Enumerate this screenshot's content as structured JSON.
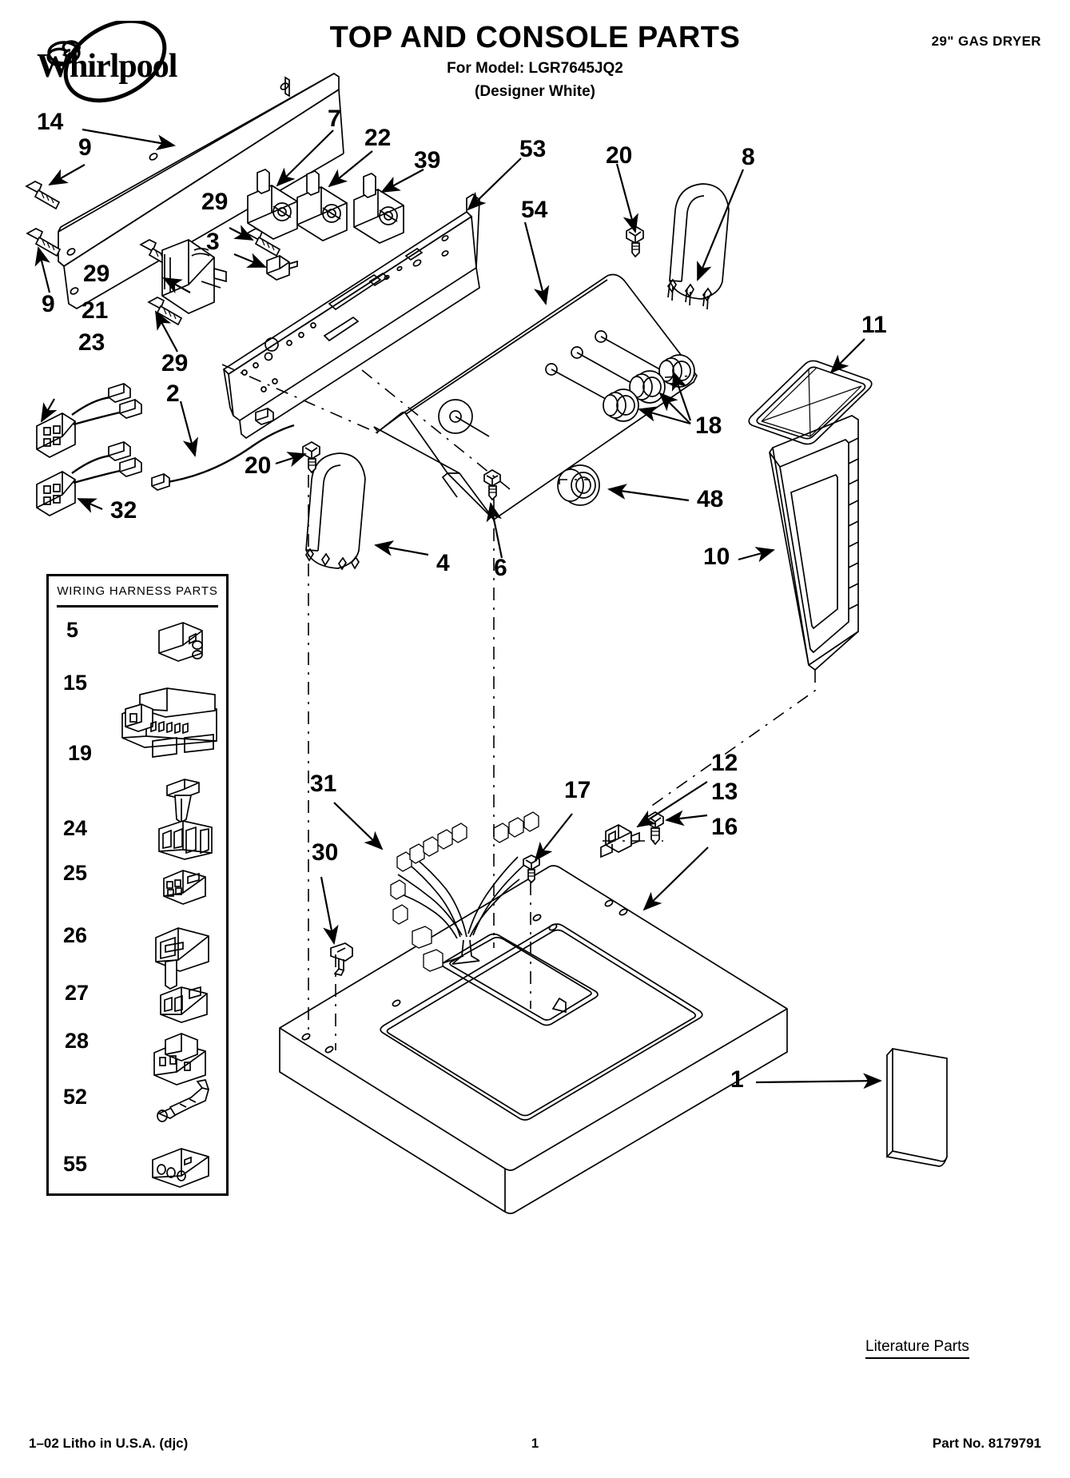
{
  "header": {
    "brand": "Whirlpool",
    "brand_logo_icon": "whirlpool-swirl-icon",
    "title": "TOP AND CONSOLE PARTS",
    "model_line": "For Model: LGR7645JQ2",
    "finish_line": "(Designer White)",
    "product_type": "29\" GAS DRYER"
  },
  "footer": {
    "left": "1–02 Litho in U.S.A. (djc)",
    "page_number": "1",
    "part_number": "Part No. 8179791"
  },
  "harness_panel": {
    "title": "WIRING HARNESS PARTS",
    "items": [
      {
        "number": "5"
      },
      {
        "number": "15"
      },
      {
        "number": "19"
      },
      {
        "number": "24"
      },
      {
        "number": "25"
      },
      {
        "number": "26"
      },
      {
        "number": "27"
      },
      {
        "number": "28"
      },
      {
        "number": "52"
      },
      {
        "number": "55"
      }
    ]
  },
  "literature": {
    "label": "Literature Parts",
    "callout": "1"
  },
  "callouts": [
    {
      "number": "14"
    },
    {
      "number": "9"
    },
    {
      "number": "7"
    },
    {
      "number": "22"
    },
    {
      "number": "39"
    },
    {
      "number": "53"
    },
    {
      "number": "20"
    },
    {
      "number": "8"
    },
    {
      "number": "29"
    },
    {
      "number": "54"
    },
    {
      "number": "3"
    },
    {
      "number": "29"
    },
    {
      "number": "9"
    },
    {
      "number": "21"
    },
    {
      "number": "23"
    },
    {
      "number": "29"
    },
    {
      "number": "2"
    },
    {
      "number": "18"
    },
    {
      "number": "11"
    },
    {
      "number": "32"
    },
    {
      "number": "20"
    },
    {
      "number": "4"
    },
    {
      "number": "6"
    },
    {
      "number": "48"
    },
    {
      "number": "10"
    },
    {
      "number": "31"
    },
    {
      "number": "30"
    },
    {
      "number": "17"
    },
    {
      "number": "12"
    },
    {
      "number": "13"
    },
    {
      "number": "16"
    },
    {
      "number": "1"
    }
  ]
}
